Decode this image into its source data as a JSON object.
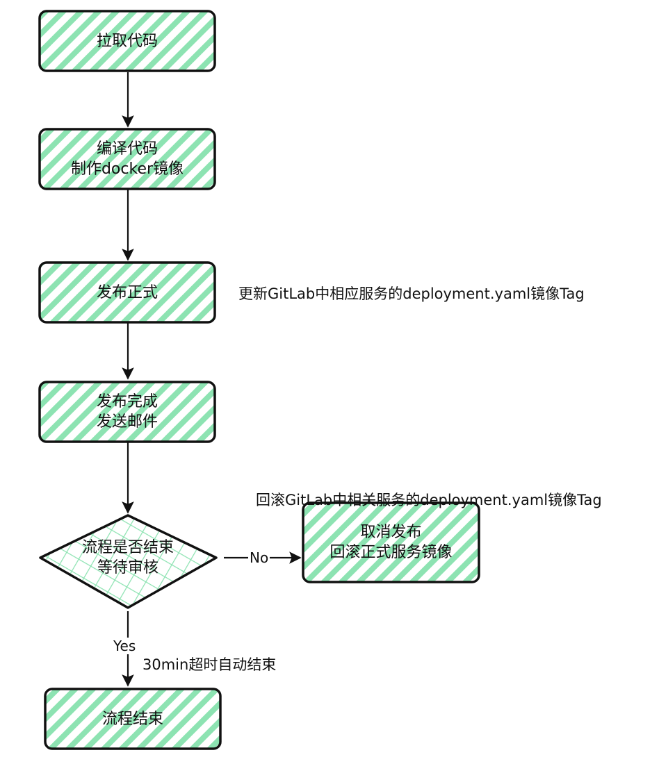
{
  "colors": {
    "stroke": "#111111",
    "hatch": "#8de3b2",
    "background": "#ffffff"
  },
  "nodes": {
    "pull_code": {
      "lines": [
        "拉取代码"
      ]
    },
    "build_image": {
      "lines": [
        "编译代码",
        "制作docker镜像"
      ]
    },
    "release_prod": {
      "lines": [
        "发布正式"
      ]
    },
    "release_done": {
      "lines": [
        "发布完成",
        "发送邮件"
      ]
    },
    "decision": {
      "lines": [
        "流程是否结束",
        "等待审核"
      ]
    },
    "rollback": {
      "lines": [
        "取消发布",
        "回滚正式服务镜像"
      ]
    },
    "end": {
      "lines": [
        "流程结束"
      ]
    }
  },
  "notes": {
    "update_tag": "更新GitLab中相应服务的deployment.yaml镜像Tag",
    "rollback_tag": "回滚GitLab中相关服务的deployment.yaml镜像Tag",
    "timeout": "30min超时自动结束"
  },
  "edge_labels": {
    "no": "No",
    "yes": "Yes"
  }
}
